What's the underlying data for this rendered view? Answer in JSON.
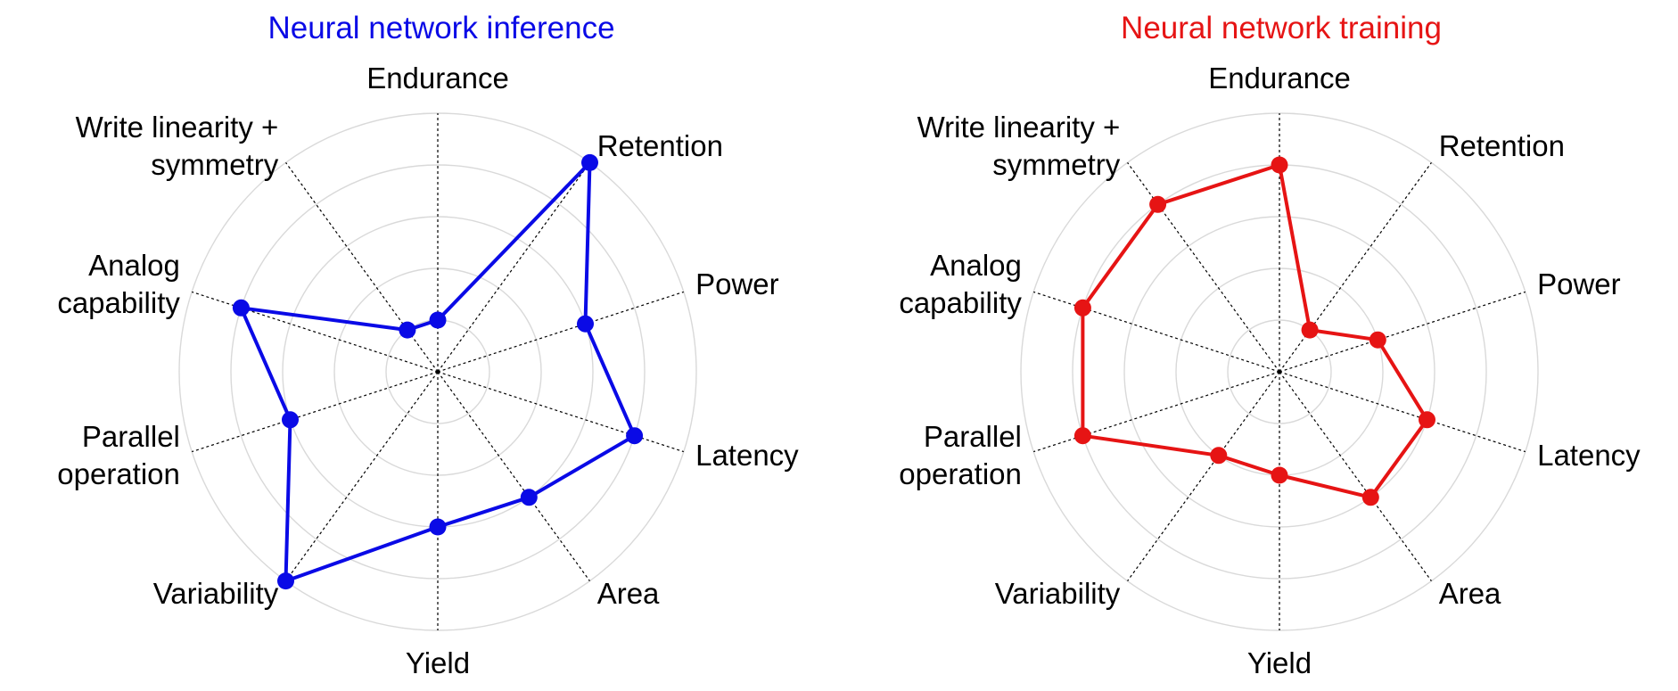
{
  "chart_data": [
    {
      "type": "radar",
      "title": "Neural network inference",
      "title_color": "#0a0ae6",
      "color": "#0a0ae6",
      "axes": [
        [
          "Endurance"
        ],
        [
          "Retention"
        ],
        [
          "Power"
        ],
        [
          "Latency"
        ],
        [
          "Area"
        ],
        [
          "Yield"
        ],
        [
          "Variability"
        ],
        [
          "Parallel",
          "operation"
        ],
        [
          "Analog",
          "capability"
        ],
        [
          "Write linearity +",
          "symmetry"
        ]
      ],
      "rings": 5,
      "range": [
        0,
        1
      ],
      "grid": true,
      "series": [
        {
          "values": [
            0.2,
            1.0,
            0.6,
            0.8,
            0.6,
            0.6,
            1.0,
            0.6,
            0.8,
            0.2
          ]
        }
      ]
    },
    {
      "type": "radar",
      "title": "Neural network training",
      "title_color": "#e61414",
      "color": "#e61414",
      "axes": [
        [
          "Endurance"
        ],
        [
          "Retention"
        ],
        [
          "Power"
        ],
        [
          "Latency"
        ],
        [
          "Area"
        ],
        [
          "Yield"
        ],
        [
          "Variability"
        ],
        [
          "Parallel",
          "operation"
        ],
        [
          "Analog",
          "capability"
        ],
        [
          "Write linearity +",
          "symmetry"
        ]
      ],
      "rings": 5,
      "range": [
        0,
        1
      ],
      "grid": true,
      "series": [
        {
          "values": [
            0.8,
            0.2,
            0.4,
            0.6,
            0.6,
            0.4,
            0.4,
            0.8,
            0.8,
            0.8
          ]
        }
      ]
    }
  ]
}
